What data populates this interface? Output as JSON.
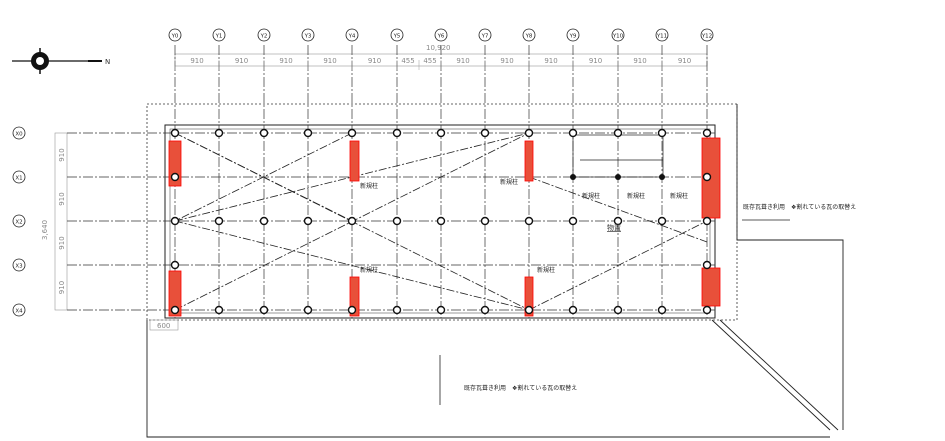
{
  "grid": {
    "columns": [
      "Y0",
      "Y1",
      "Y2",
      "Y3",
      "Y4",
      "Y5",
      "Y6",
      "Y7",
      "Y8",
      "Y9",
      "Y10",
      "Y11",
      "Y12"
    ],
    "rows": [
      "X0",
      "X1",
      "X2",
      "X3",
      "X4"
    ]
  },
  "dimensions": {
    "total_width": "10,920",
    "spans": [
      "910",
      "910",
      "910",
      "910",
      "910",
      "455",
      "455",
      "910",
      "910",
      "910",
      "910",
      "910",
      "910"
    ],
    "total_depth": "3,640",
    "row_spans": [
      "910",
      "910",
      "910",
      "910"
    ],
    "eave_offset": "600"
  },
  "north_label": "N",
  "notes": {
    "right_note": "既存瓦葺き利用　❖割れている瓦の取替え",
    "bottom_note": "既存瓦葺き利用　❖割れている瓦の取替え"
  },
  "room_label": "物置",
  "new_column_label": "新規柱",
  "colors": {
    "wall_highlight": "#e8503a",
    "line": "#222222"
  }
}
